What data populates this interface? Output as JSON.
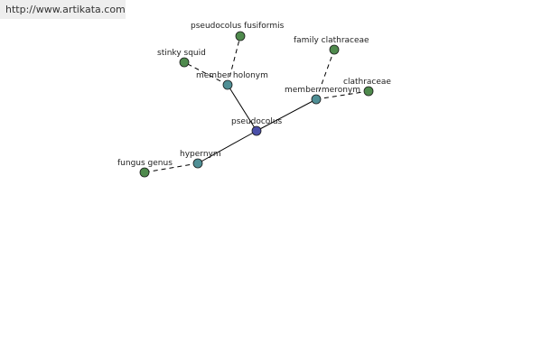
{
  "watermark": {
    "text": "http://www.artikata.com"
  },
  "graph": {
    "colors": {
      "center": "#4a4fa8",
      "relation": "#4f8f95",
      "leaf": "#4f8a4d",
      "edge": "#000000"
    },
    "nodes": {
      "pseudocolus": {
        "label": "pseudocolus",
        "kind": "center"
      },
      "member_holonym": {
        "label": "member holonym",
        "kind": "relation"
      },
      "member_meronym": {
        "label": "member meronym",
        "kind": "relation"
      },
      "hypernym": {
        "label": "hypernym",
        "kind": "relation"
      },
      "pseudocolus_fusiformis": {
        "label": "pseudocolus fusiformis",
        "kind": "leaf"
      },
      "stinky_squid": {
        "label": "stinky squid",
        "kind": "leaf"
      },
      "family_clathraceae": {
        "label": "family clathraceae",
        "kind": "leaf"
      },
      "clathraceae": {
        "label": "clathraceae",
        "kind": "leaf"
      },
      "fungus_genus": {
        "label": "fungus genus",
        "kind": "leaf"
      }
    },
    "edges": [
      {
        "from": "pseudocolus",
        "to": "member_holonym",
        "style": "solid"
      },
      {
        "from": "pseudocolus",
        "to": "member_meronym",
        "style": "solid"
      },
      {
        "from": "pseudocolus",
        "to": "hypernym",
        "style": "solid"
      },
      {
        "from": "member_holonym",
        "to": "pseudocolus_fusiformis",
        "style": "dashed"
      },
      {
        "from": "member_holonym",
        "to": "stinky_squid",
        "style": "dashed"
      },
      {
        "from": "member_meronym",
        "to": "family_clathraceae",
        "style": "dashed"
      },
      {
        "from": "member_meronym",
        "to": "clathraceae",
        "style": "dashed"
      },
      {
        "from": "hypernym",
        "to": "fungus_genus",
        "style": "dashed"
      }
    ]
  }
}
